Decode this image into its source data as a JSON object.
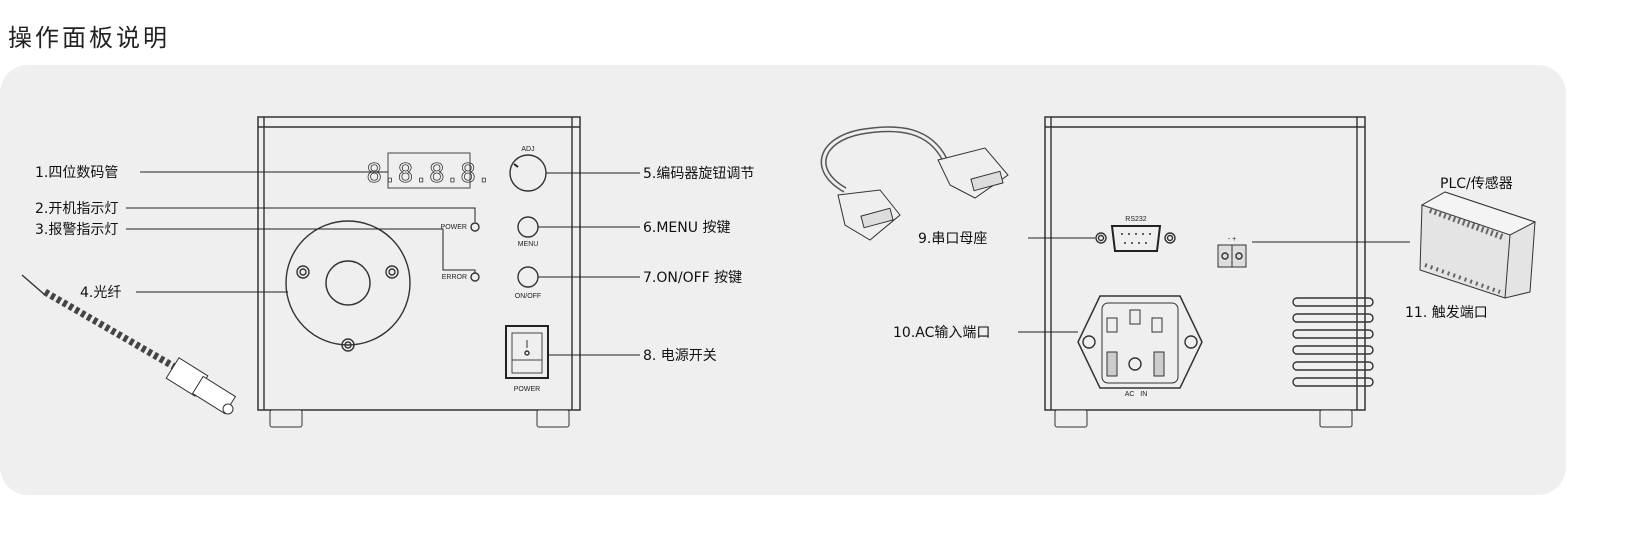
{
  "title": "操作面板说明",
  "front": {
    "labels": [
      "1.四位数码管",
      "2.开机指示灯",
      "3.报警指示灯",
      "4.光纤",
      "5.编码器旋钮调节",
      "6.MENU  按键",
      "7.ON/OFF  按键",
      "8. 电源开关"
    ],
    "panel_text": {
      "adj": "ADJ",
      "power_led": "POWER",
      "error_led": "ERROR",
      "menu": "MENU",
      "onoff": "ON/OFF",
      "switch": "POWER",
      "display": "8.8.8.8."
    }
  },
  "rear": {
    "labels": [
      "9.串口母座",
      "10.AC输入端口",
      "11. 触发端口",
      "PLC/传感器"
    ],
    "panel_text": {
      "rs232": "RS232",
      "ac_in": "AC   IN",
      "terminal": "-  +"
    }
  }
}
